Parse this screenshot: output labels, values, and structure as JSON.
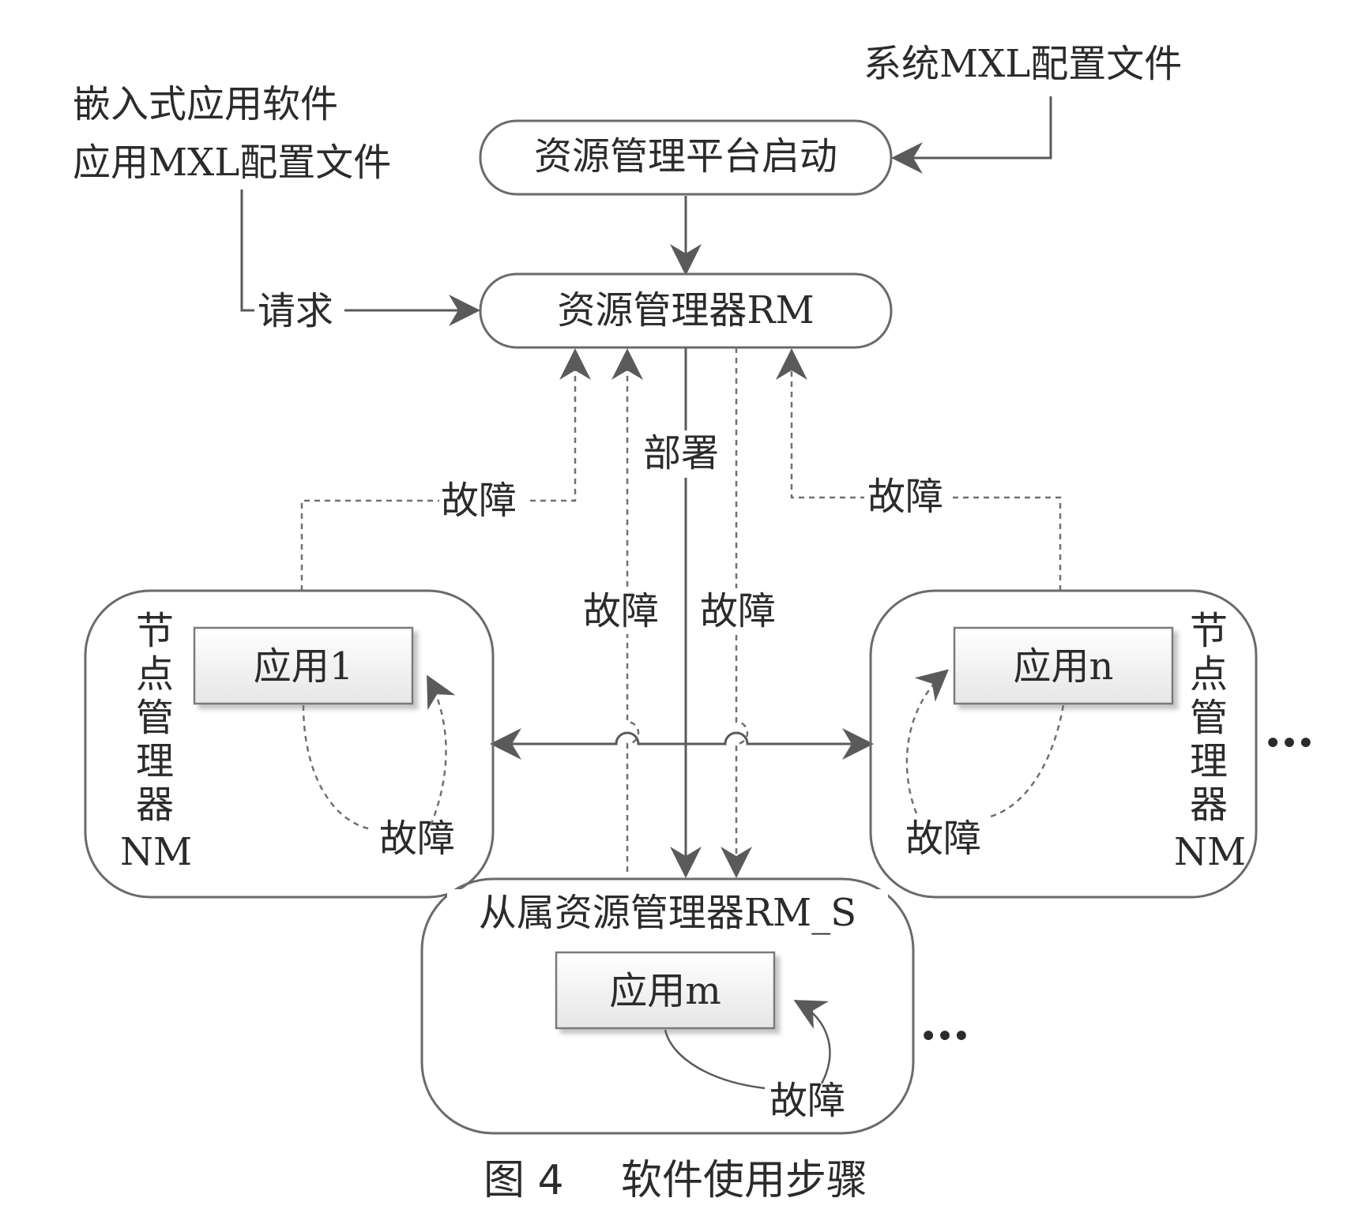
{
  "inputs": {
    "system_config": "系统MXL配置文件",
    "app_software_line1": "嵌入式应用软件",
    "app_software_line2": "应用MXL配置文件"
  },
  "nodes": {
    "platform_start": "资源管理平台启动",
    "rm": "资源管理器RM",
    "nm_left_label_chars": [
      "节",
      "点",
      "管",
      "理",
      "器"
    ],
    "nm_left_label_suffix": "NM",
    "nm_right_label_chars": [
      "节",
      "点",
      "管",
      "理",
      "器"
    ],
    "nm_right_label_suffix": "NM",
    "app1": "应用1",
    "appn": "应用n",
    "rm_s": "从属资源管理器RM_S",
    "appm": "应用m"
  },
  "edges": {
    "request": "请求",
    "deploy": "部署",
    "fault": "故障"
  },
  "ellipsis": "…",
  "caption": {
    "figure_no": "图 4",
    "title": "软件使用步骤"
  }
}
